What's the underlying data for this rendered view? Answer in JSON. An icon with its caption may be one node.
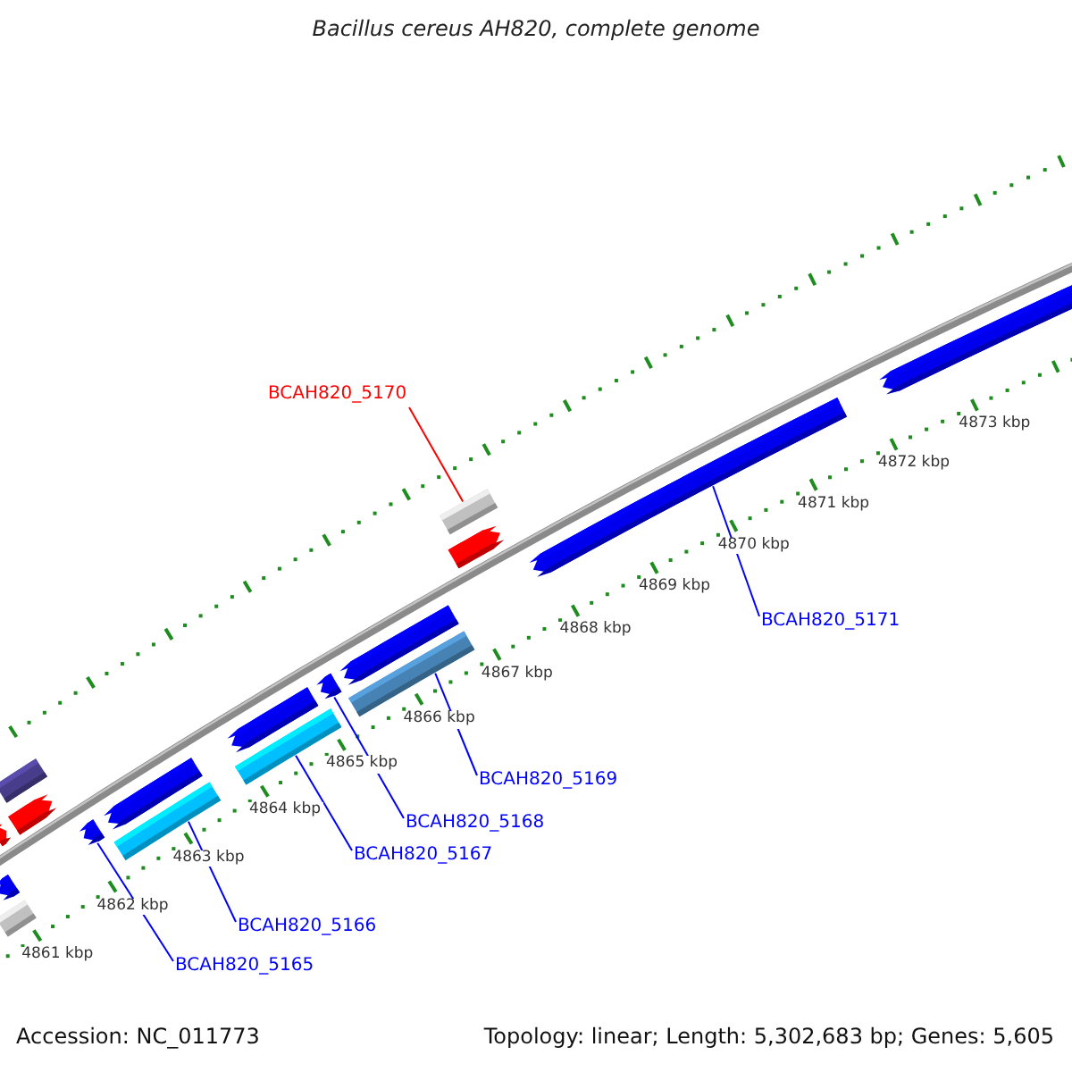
{
  "diagram": {
    "title": "Bacillus cereus AH820, complete genome",
    "nodes": [
      {
        "text": [
          "BCAH820_5170"
        ]
      },
      {
        "text": [
          "BCAH820_5171"
        ]
      },
      {
        "text": [
          "BCAH820_5169"
        ]
      },
      {
        "text": [
          "BCAH820_5168"
        ]
      },
      {
        "text": [
          "BCAH820_5167"
        ]
      },
      {
        "text": [
          "BCAH820_5166"
        ]
      },
      {
        "text": [
          "BCAH820_5165"
        ]
      },
      {
        "text": [],
        "shape": "bar"
      },
      {
        "text": [],
        "shape": "bar"
      },
      {
        "text": [],
        "shape": "pentagon"
      },
      {
        "text": [],
        "shape": "pentagon"
      },
      {
        "text": [],
        "shape": "pentagon"
      },
      {
        "text": [],
        "shape": "pentagon"
      },
      {
        "text": [],
        "shape": "bar"
      },
      {
        "text": [],
        "shape": "pentagon"
      },
      {
        "text": [],
        "shape": "bar"
      },
      {
        "text": [],
        "shape": "pentagon"
      },
      {
        "text": [],
        "shape": "pentagon"
      },
      {
        "text": [],
        "shape": "bar"
      },
      {
        "text": [],
        "shape": "pentagon"
      },
      {
        "text": [],
        "shape": "pentagon"
      },
      {
        "text": [],
        "shape": "bar"
      },
      {
        "text": [],
        "shape": "pentagon"
      },
      {
        "text": [],
        "shape": "pentagon"
      }
    ],
    "edges": [
      {
        "from": 0,
        "to": 21,
        "arrow": "none",
        "color": "#ff0000"
      },
      {
        "from": 1,
        "to": 22,
        "arrow": "none"
      },
      {
        "from": 2,
        "to": 18,
        "arrow": "none"
      },
      {
        "from": 3,
        "to": 17,
        "arrow": "none"
      },
      {
        "from": 4,
        "to": 15,
        "arrow": "none"
      },
      {
        "from": 5,
        "to": 13,
        "arrow": "none"
      },
      {
        "from": 6,
        "to": 12,
        "arrow": "none"
      }
    ],
    "labels": [
      "4861 kbp",
      "4862 kbp",
      "4863 kbp",
      "4864 kbp",
      "4865 kbp",
      "4866 kbp",
      "4867 kbp",
      "4868 kbp",
      "4869 kbp",
      "4870 kbp",
      "4871 kbp",
      "4872 kbp",
      "4873 kbp",
      "Accession: NC_011773",
      "Topology: linear; Length: 5,302,683 bp; Genes: 5,605"
    ]
  }
}
